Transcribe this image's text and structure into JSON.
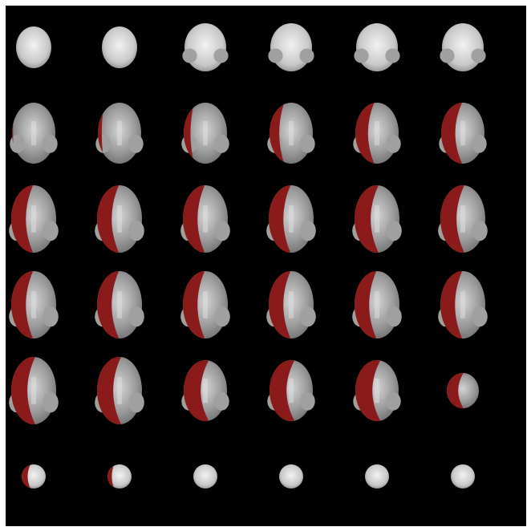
{
  "viewer": {
    "background": "#000000",
    "tissue_color": "#bdbdbd",
    "tissue_dark_color": "#8c8c8c",
    "label_color": "#8b1a1a",
    "rows": 6,
    "cols": 6
  },
  "slices": [
    {
      "row": 0,
      "col": 0,
      "label": 0,
      "tissue": "small-top"
    },
    {
      "row": 0,
      "col": 1,
      "label": 0,
      "tissue": "small-top"
    },
    {
      "row": 0,
      "col": 2,
      "label": 0,
      "tissue": "mid-top"
    },
    {
      "row": 0,
      "col": 3,
      "label": 0,
      "tissue": "mid-top"
    },
    {
      "row": 0,
      "col": 4,
      "label": 0,
      "tissue": "mid-top"
    },
    {
      "row": 0,
      "col": 5,
      "label": 0,
      "tissue": "mid-top"
    },
    {
      "row": 1,
      "col": 0,
      "label": 0.05,
      "tissue": "round"
    },
    {
      "row": 1,
      "col": 1,
      "label": 0.15,
      "tissue": "round"
    },
    {
      "row": 1,
      "col": 2,
      "label": 0.25,
      "tissue": "round"
    },
    {
      "row": 1,
      "col": 3,
      "label": 0.35,
      "tissue": "round"
    },
    {
      "row": 1,
      "col": 4,
      "label": 0.45,
      "tissue": "round"
    },
    {
      "row": 1,
      "col": 5,
      "label": 0.5,
      "tissue": "round"
    },
    {
      "row": 2,
      "col": 0,
      "label": 0.5,
      "tissue": "wide"
    },
    {
      "row": 2,
      "col": 1,
      "label": 0.5,
      "tissue": "wide"
    },
    {
      "row": 2,
      "col": 2,
      "label": 0.5,
      "tissue": "wide"
    },
    {
      "row": 2,
      "col": 3,
      "label": 0.5,
      "tissue": "wide"
    },
    {
      "row": 2,
      "col": 4,
      "label": 0.55,
      "tissue": "wide"
    },
    {
      "row": 2,
      "col": 5,
      "label": 0.55,
      "tissue": "wide"
    },
    {
      "row": 3,
      "col": 0,
      "label": 0.5,
      "tissue": "wide"
    },
    {
      "row": 3,
      "col": 1,
      "label": 0.5,
      "tissue": "wide"
    },
    {
      "row": 3,
      "col": 2,
      "label": 0.5,
      "tissue": "wide"
    },
    {
      "row": 3,
      "col": 3,
      "label": 0.5,
      "tissue": "wide"
    },
    {
      "row": 3,
      "col": 4,
      "label": 0.5,
      "tissue": "wide"
    },
    {
      "row": 3,
      "col": 5,
      "label": 0.5,
      "tissue": "wide"
    },
    {
      "row": 4,
      "col": 0,
      "label": 0.55,
      "tissue": "wide"
    },
    {
      "row": 4,
      "col": 1,
      "label": 0.55,
      "tissue": "wide"
    },
    {
      "row": 4,
      "col": 2,
      "label": 0.6,
      "tissue": "round"
    },
    {
      "row": 4,
      "col": 3,
      "label": 0.6,
      "tissue": "round"
    },
    {
      "row": 4,
      "col": 4,
      "label": 0.6,
      "tissue": "round"
    },
    {
      "row": 4,
      "col": 5,
      "label": 0.55,
      "tissue": "tri"
    },
    {
      "row": 5,
      "col": 0,
      "label": 0.4,
      "tissue": "tiny"
    },
    {
      "row": 5,
      "col": 1,
      "label": 0.3,
      "tissue": "tiny"
    },
    {
      "row": 5,
      "col": 2,
      "label": 0,
      "tissue": "tiny"
    },
    {
      "row": 5,
      "col": 3,
      "label": 0,
      "tissue": "tiny"
    },
    {
      "row": 5,
      "col": 4,
      "label": 0,
      "tissue": "tiny"
    },
    {
      "row": 5,
      "col": 5,
      "label": 0,
      "tissue": "tiny"
    }
  ]
}
